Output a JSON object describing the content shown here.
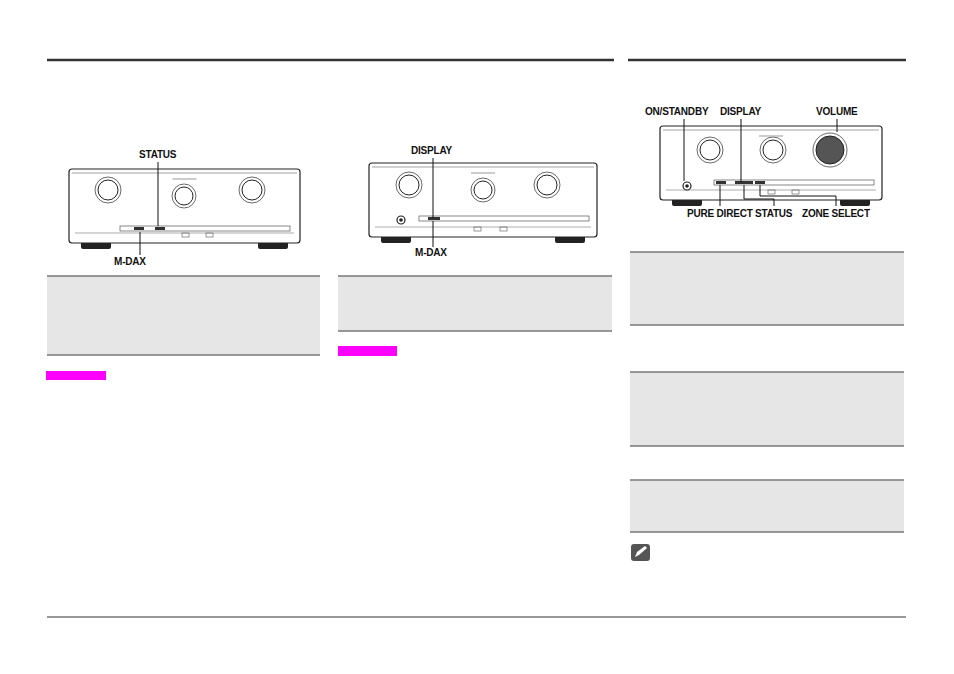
{
  "diagram": {
    "labels": [
      "STATUS",
      "M-DAX",
      "DISPLAY",
      "M-DAX",
      "ON/STANDBY",
      "DISPLAY",
      "VOLUME",
      "PURE DIRECT",
      "STATUS",
      "ZONE SELECT"
    ]
  }
}
